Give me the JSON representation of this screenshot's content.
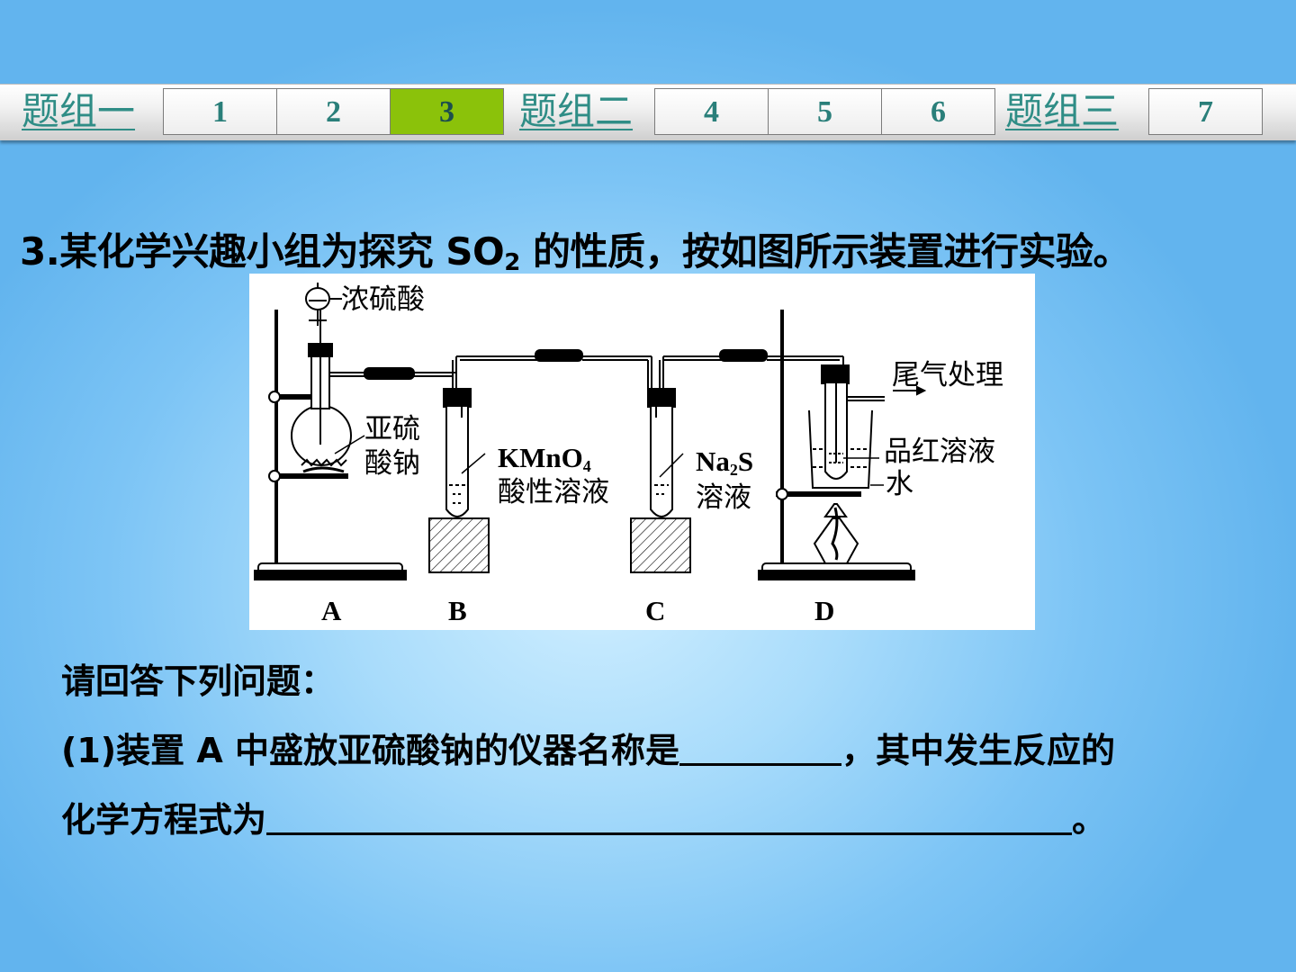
{
  "nav": {
    "group1": "题组一",
    "group2": "题组二",
    "group3": "题组三",
    "nums": [
      "1",
      "2",
      "3",
      "4",
      "5",
      "6",
      "7"
    ],
    "active": "3"
  },
  "question": {
    "title_prefix": "3.某化学兴趣小组为探究 SO",
    "title_sub": "2",
    "title_suffix": " 的性质，按如图所示装置进行实验。",
    "prompt": "请回答下列问题：",
    "q1_part1": "(1)装置 A 中盛放亚硫酸钠的仪器名称是",
    "q1_part2": "，其中发生反应的",
    "q1_line2_start": "化学方程式为",
    "q1_line2_end": "。"
  },
  "figure": {
    "label_acid": "浓硫酸",
    "label_sulfite_1": "亚硫",
    "label_sulfite_2": "酸钠",
    "label_kmno4": "KMnO",
    "label_kmno4_sub": "4",
    "label_kmno4_2": "酸性溶液",
    "label_na2s_1": "Na",
    "label_na2s_sub": "2",
    "label_na2s_2": "S",
    "label_na2s_3": "溶液",
    "label_exhaust": "尾气处理",
    "label_pinkred": "品红溶液",
    "label_water": "水",
    "label_A": "A",
    "label_B": "B",
    "label_C": "C",
    "label_D": "D"
  }
}
